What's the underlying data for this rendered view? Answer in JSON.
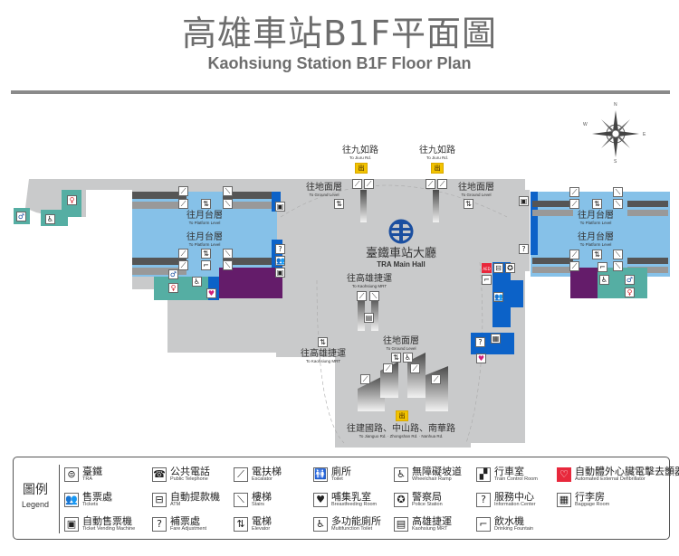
{
  "header": {
    "title_zh": "高雄車站B1F平面圖",
    "title_en": "Kaohsiung Station B1F Floor Plan"
  },
  "colors": {
    "concourse": "#c9cacb",
    "platform_stairs": "#86c1e8",
    "service_blue": "#0c62c8",
    "toilet_teal": "#55aea3",
    "purple_zone": "#641c6a",
    "exit_yellow": "#f2c300",
    "tra_logo": "#1b4fa0",
    "aed_red": "#e8283c"
  },
  "compass": {
    "north": "N",
    "south": "S",
    "east": "E",
    "west": "W"
  },
  "map": {
    "main_hall": {
      "zh": "臺鐵車站大廳",
      "en": "TRA Main Hall"
    },
    "exit_jiuru_left": {
      "zh": "往九如路",
      "en": "To Jiuru Rd.",
      "exit_label": "出口"
    },
    "exit_jiuru_right": {
      "zh": "往九如路",
      "en": "To Jiuru Rd.",
      "exit_label": "出口"
    },
    "ground_left": {
      "zh": "往地面層",
      "en": "To Ground Level"
    },
    "ground_right": {
      "zh": "往地面層",
      "en": "To Ground Level"
    },
    "ground_south": {
      "zh": "往地面層",
      "en": "To Ground Level"
    },
    "platform_w_upper": {
      "zh": "往月台層",
      "en": "To Platform Level"
    },
    "platform_w_lower": {
      "zh": "往月台層",
      "en": "To Platform Level"
    },
    "platform_e_upper": {
      "zh": "往月台層",
      "en": "To Platform Level"
    },
    "platform_e_lower": {
      "zh": "往月台層",
      "en": "To Platform Level"
    },
    "mrt_center": {
      "zh": "往高雄捷運",
      "en": "To Kaohsiung MRT"
    },
    "mrt_west": {
      "zh": "往高雄捷運",
      "en": "To Kaohsiung MRT"
    },
    "exit_south": {
      "zh": "往建國路、中山路、南華路",
      "en": "To Jianguo Rd. · Zhongshan Rd. · Nanhua Rd.",
      "exit_label": "出口"
    },
    "aed_tag": "AED"
  },
  "legend": {
    "title_zh": "圖例",
    "title_en": "Legend",
    "items": [
      {
        "icon": "tra-logo-icon",
        "glyph": "⊜",
        "zh": "臺鐵",
        "en": "TRA"
      },
      {
        "icon": "tickets-icon",
        "glyph": "👥",
        "zh": "售票處",
        "en": "Tickets"
      },
      {
        "icon": "ticket-vending-machine-icon",
        "glyph": "▣",
        "zh": "自動售票機",
        "en": "Ticket Vending Machine"
      },
      {
        "icon": "public-telephone-icon",
        "glyph": "☎",
        "zh": "公共電話",
        "en": "Public Telephone"
      },
      {
        "icon": "atm-icon",
        "glyph": "⊟",
        "zh": "自動提款機",
        "en": "ATM"
      },
      {
        "icon": "fare-adjustment-icon",
        "glyph": "?",
        "zh": "補票處",
        "en": "Fare Adjustment"
      },
      {
        "icon": "escalator-icon",
        "glyph": "⟋",
        "zh": "電扶梯",
        "en": "Escalator"
      },
      {
        "icon": "stairs-icon",
        "glyph": "⟍",
        "zh": "樓梯",
        "en": "Stairs"
      },
      {
        "icon": "elevator-icon",
        "glyph": "⇅",
        "zh": "電梯",
        "en": "Elevator"
      },
      {
        "icon": "toilet-icon",
        "glyph": "🚻",
        "zh": "廁所",
        "en": "Toilet"
      },
      {
        "icon": "breastfeeding-room-icon",
        "glyph": "♥",
        "zh": "哺集乳室",
        "en": "Breastfeeding Room"
      },
      {
        "icon": "multifunction-toilet-icon",
        "glyph": "♿",
        "zh": "多功能廁所",
        "en": "Multifunction Toilet"
      },
      {
        "icon": "wheelchair-ramp-icon",
        "glyph": "♿",
        "zh": "無障礙坡道",
        "en": "Wheelchair Ramp"
      },
      {
        "icon": "police-station-icon",
        "glyph": "✪",
        "zh": "警察局",
        "en": "Police Station"
      },
      {
        "icon": "kaohsiung-mrt-icon",
        "glyph": "▤",
        "zh": "高雄捷運",
        "en": "Kaohsiung MRT"
      },
      {
        "icon": "train-control-room-icon",
        "glyph": "▞",
        "zh": "行車室",
        "en": "Train Control Room"
      },
      {
        "icon": "information-center-icon",
        "glyph": "?",
        "zh": "服務中心",
        "en": "Information Center"
      },
      {
        "icon": "drinking-fountain-icon",
        "glyph": "⌐",
        "zh": "飲水機",
        "en": "Drinking Fountain"
      },
      {
        "icon": "aed-icon",
        "glyph": "♡",
        "zh": "自動體外心臟電擊去顫器",
        "en": "Automated External Defibrillator"
      },
      {
        "icon": "baggage-room-icon",
        "glyph": "▦",
        "zh": "行李房",
        "en": "Baggage Room"
      }
    ]
  }
}
